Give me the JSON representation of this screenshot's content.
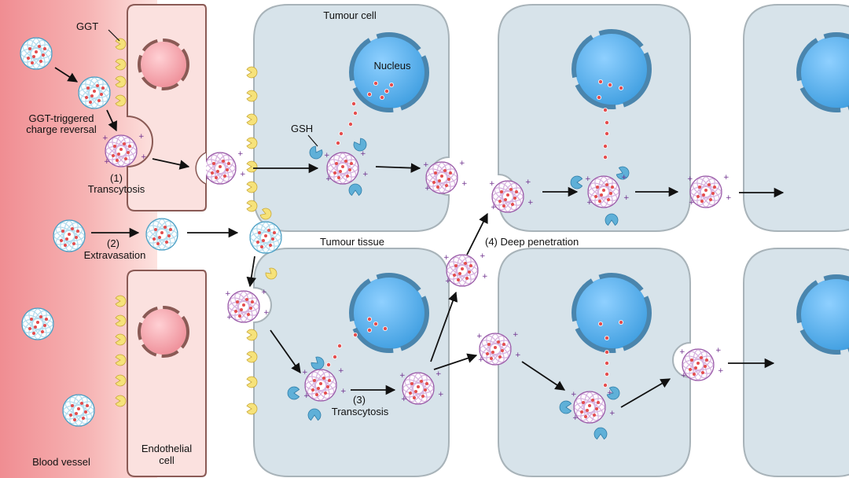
{
  "labels": {
    "ggt": "GGT",
    "ggt_triggered": "GGT-triggered",
    "charge_reversal": "charge reversal",
    "step1_num": "(1)",
    "step1": "Transcytosis",
    "step2_num": "(2)",
    "step2": "Extravasation",
    "step3_num": "(3)",
    "step3": "Transcytosis",
    "step4": "(4) Deep penetration",
    "tumour_cell": "Tumour cell",
    "tumour_tissue": "Tumour tissue",
    "nucleus": "Nucleus",
    "gsh": "GSH",
    "blood_vessel": "Blood vessel",
    "endothelial": "Endothelial",
    "endothelial2": "cell"
  },
  "colors": {
    "vessel": "#f4a6a6",
    "endothelial": "#fbe1df",
    "endothelial_border": "#8a5a55",
    "endo_nucleus": "#f0a0a8",
    "tumour_cell": "#d7e3ea",
    "tumour_border": "#a8b3b9",
    "nucleus": "#5aaee6",
    "nucleus_border": "#4a85ad",
    "ggt": "#f6e27a",
    "gsh": "#5fb0d8",
    "cationic_np": "#d8b4e0",
    "anionic_np": "#b6ddee",
    "drug": "#e44d4d"
  }
}
